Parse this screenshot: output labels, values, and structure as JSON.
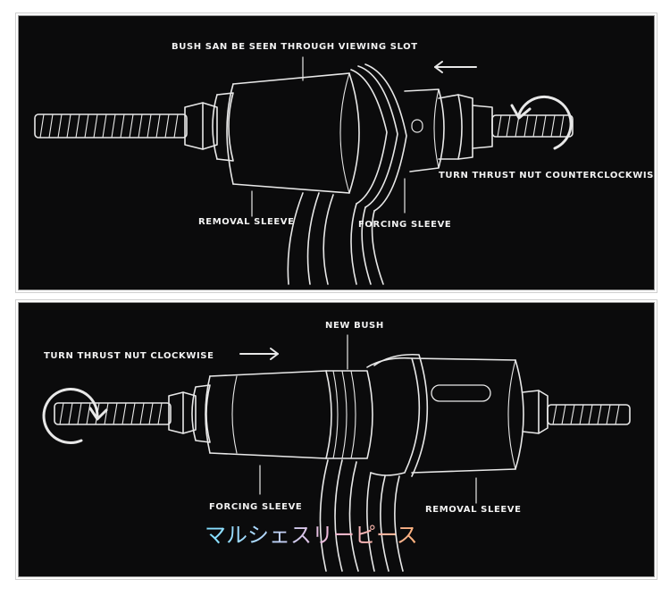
{
  "top_panel": {
    "labels": {
      "viewing_slot": "BUSH SAN BE SEEN THROUGH VIEWING SLOT",
      "turn_nut": "TURN THRUST NUT COUNTERCLOCKWISE",
      "removal_sleeve": "REMOVAL SLEEVE",
      "forcing_sleeve": "FORCING SLEEVE"
    }
  },
  "bottom_panel": {
    "labels": {
      "new_bush": "NEW BUSH",
      "turn_nut": "TURN THRUST NUT CLOCKWISE",
      "forcing_sleeve": "FORCING SLEEVE",
      "removal_sleeve": "REMOVAL SLEEVE"
    }
  },
  "watermark": "マルシェスリーピース",
  "colors": {
    "panel_bg": "#0b0b0c",
    "line": "#e8e8e8",
    "border": "#9a9a9a"
  }
}
